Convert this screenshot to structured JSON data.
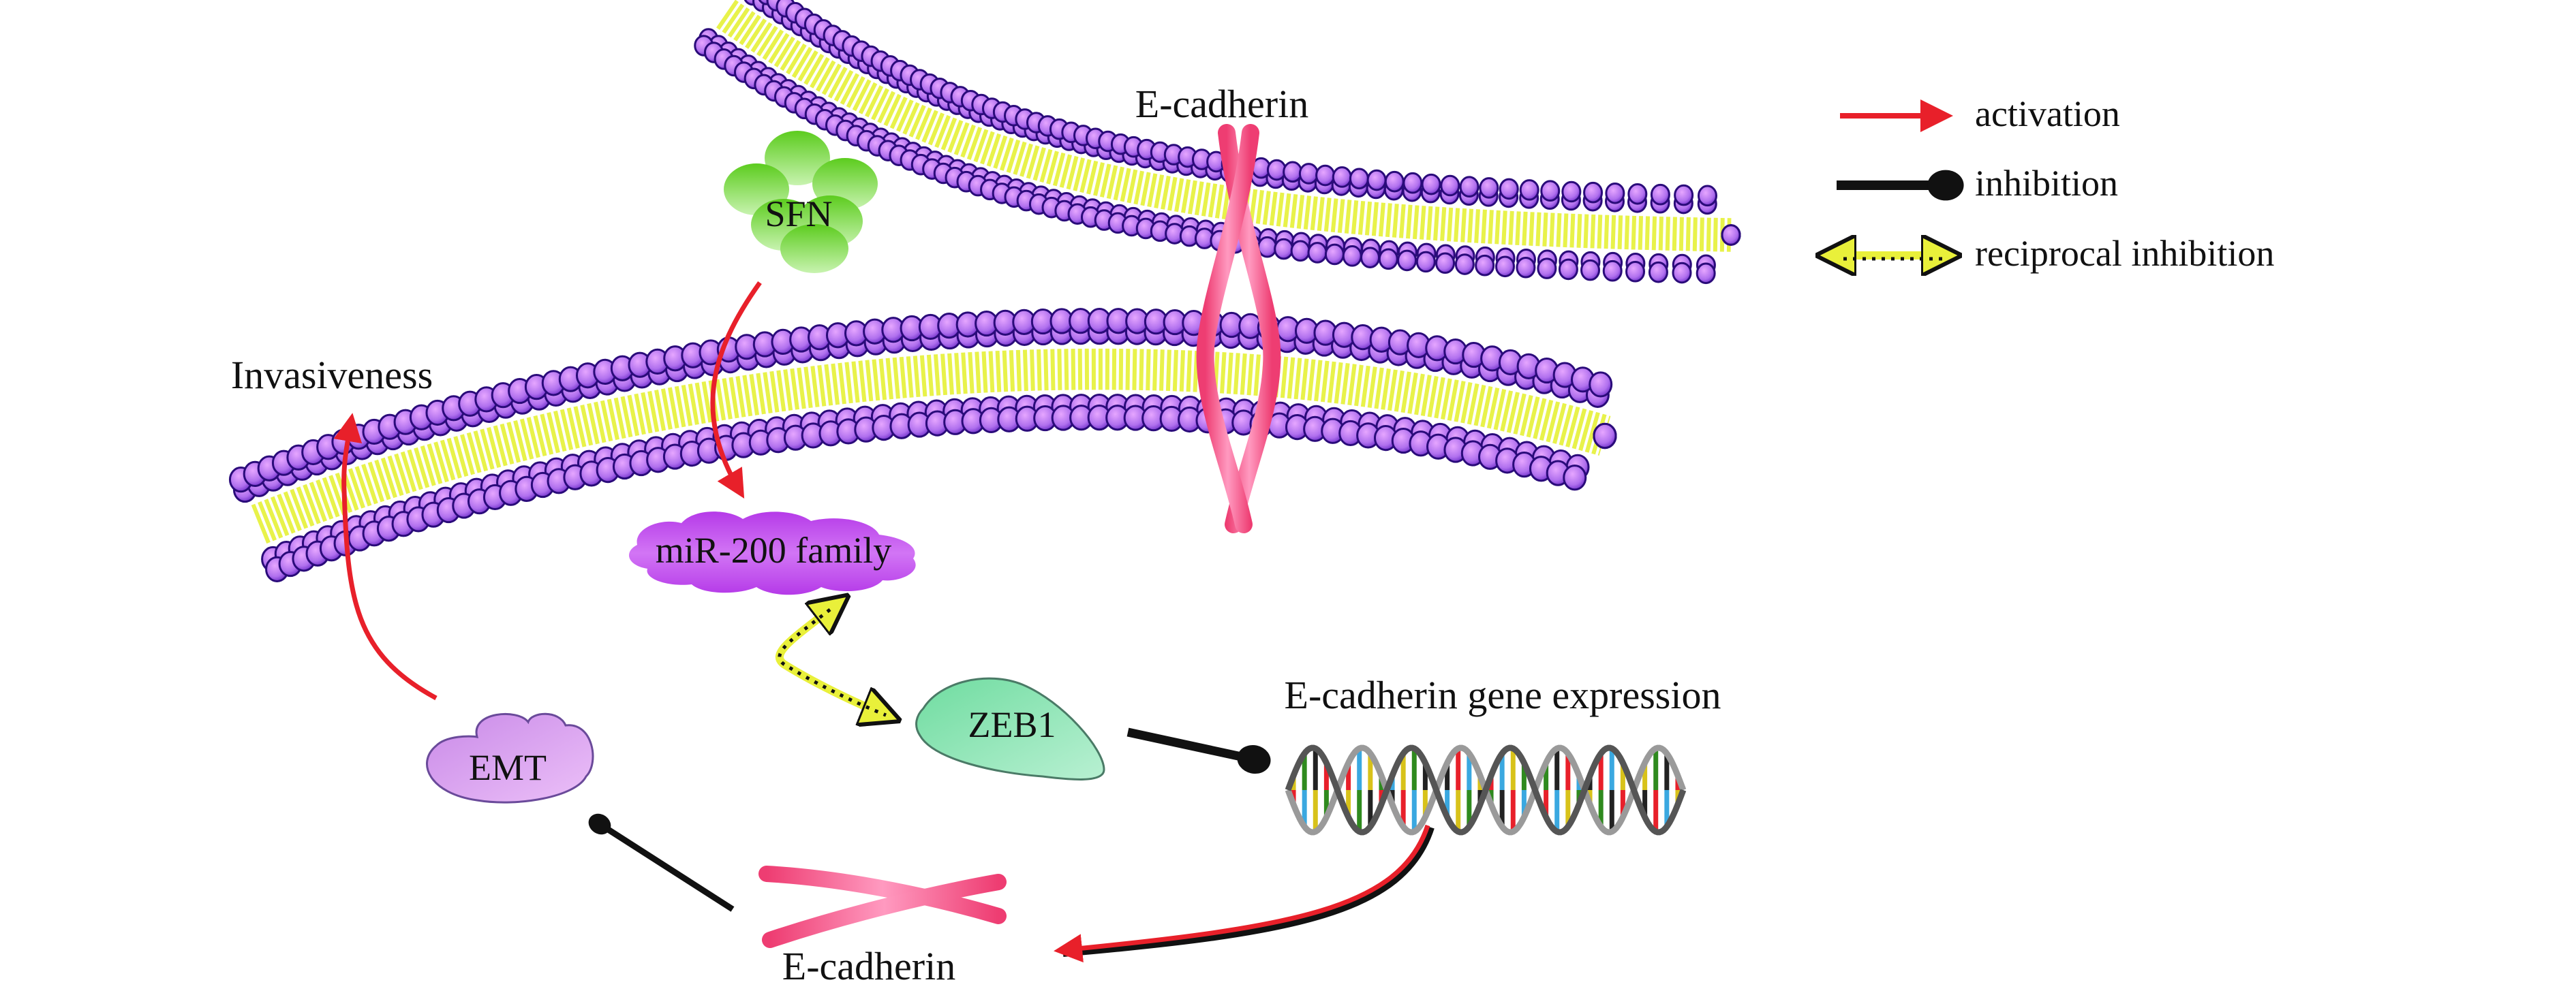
{
  "title": "SFN / miR-200 / ZEB1 / E-cadherin pathway",
  "colors": {
    "activation": "#e8202a",
    "inhibition": "#111111",
    "reciprocal": "#e9f03a",
    "lipid_head": "#b070ee",
    "lipid_head_outline": "#2a0b7a",
    "lipid_tail": "#e8f24a",
    "cadherin": "#f0507e",
    "sfn": "#6fd33a",
    "mir200": "#c858ee",
    "zeb1": "#8fe6b6",
    "emt": "#d79bef"
  },
  "labels": {
    "e_cadherin_membrane": "E-cadherin",
    "sfn": "SFN",
    "invasiveness": "Invasiveness",
    "mir200": "miR-200 family",
    "zeb1": "ZEB1",
    "emt": "EMT",
    "gene_expression": "E-cadherin gene expression",
    "e_cadherin_bottom": "E-cadherin"
  },
  "legend": {
    "items": [
      {
        "type": "activation",
        "label": "activation"
      },
      {
        "type": "inhibition",
        "label": "inhibition"
      },
      {
        "type": "reciprocal",
        "label": "reciprocal inhibition"
      }
    ]
  },
  "edges": [
    {
      "from": "SFN",
      "to": "miR-200 family",
      "type": "activation"
    },
    {
      "from": "miR-200 family",
      "to": "ZEB1",
      "type": "reciprocal"
    },
    {
      "from": "ZEB1",
      "to": "E-cadherin gene expression",
      "type": "inhibition"
    },
    {
      "from": "E-cadherin gene expression",
      "to": "E-cadherin",
      "type": "activation"
    },
    {
      "from": "E-cadherin",
      "to": "EMT",
      "type": "inhibition"
    },
    {
      "from": "EMT",
      "to": "Invasiveness",
      "type": "activation"
    }
  ]
}
